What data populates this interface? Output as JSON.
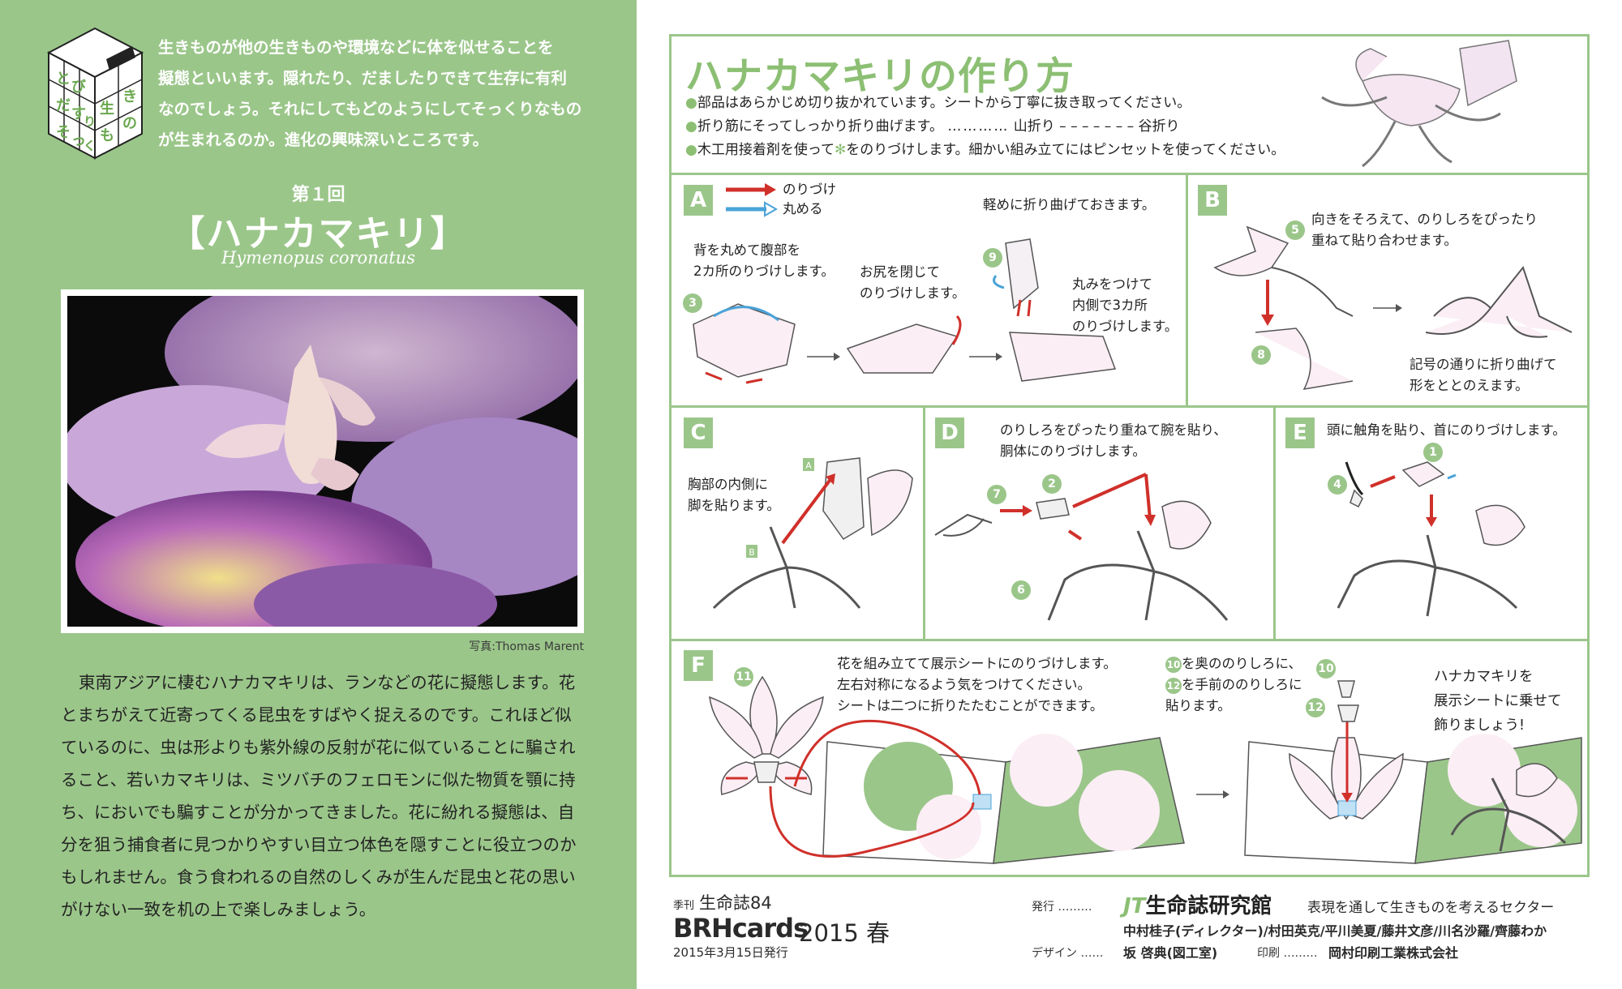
{
  "logo": {
    "chars": [
      "と",
      "び",
      "だ",
      "す",
      "そ",
      "っ",
      "く",
      "り",
      "生",
      "き",
      "も",
      "の"
    ]
  },
  "intro": [
    "生きものが他の生きものや環境などに体を似せることを",
    "擬態といいます。隠れたり、だましたりできて生存に有利",
    "なのでしょう。それにしてもどのようにしてそっくりなもの",
    "が生まれるのか。進化の興味深いところです。"
  ],
  "issue": "第１回",
  "title": "【ハナカマキリ】",
  "scientific_name": "Hymenopus coronatus",
  "photo_credit": "写真:Thomas Marent",
  "body_text": "東南アジアに棲むハナカマキリは、ランなどの花に擬態します。花とまちがえて近寄ってくる昆虫をすばやく捉えるのです。これほど似ているのに、虫は形よりも紫外線の反射が花に似ていることに騙されること、若いカマキリは、ミツバチのフェロモンに似た物質を顎に持ち、においでも騙すことが分かってきました。花に紛れる擬態は、自分を狙う捕食者に見つかりやすい目立つ体色を隠すことに役立つのかもしれません。食う食われるの自然のしくみが生んだ昆虫と花の思いがけない一致を机の上で楽しみましょう。",
  "howto": {
    "title": "ハナカマキリの作り方",
    "bullet1": "部品はあらかじめ切り抜かれています。シートから丁寧に抜き取ってください。",
    "bullet2a": "折り筋にそってしっかり折り曲げます。",
    "dots": "…………",
    "mountain": "山折り",
    "dashes": "– – – – – – –",
    "valley": "谷折り",
    "bullet3a": "木工用接着剤を使って",
    "bullet3b": "をのりづけします。細かい組み立てにはピンセットを使ってください。",
    "glue_mark": "✻"
  },
  "steps": {
    "A": {
      "label": "A",
      "legend_glue": "のりづけ",
      "legend_round": "丸める",
      "n1": "背を丸めて腹部を",
      "n2": "2カ所のりづけします。",
      "n3": "お尻を閉じて",
      "n4": "のりづけします。",
      "n5": "軽めに折り曲げておきます。",
      "n6": "丸みをつけて",
      "n7": "内側で3カ所",
      "n8": "のりづけします。",
      "num3": "3",
      "num9": "9"
    },
    "B": {
      "label": "B",
      "n1": "向きをそろえて、のりしろをぴったり",
      "n2": "重ねて貼り合わせます。",
      "n3": "記号の通りに折り曲げて",
      "n4": "形をととのえます。",
      "num5": "5",
      "num8": "8"
    },
    "C": {
      "label": "C",
      "n1": "胸部の内側に",
      "n2": "脚を貼ります。",
      "tagA": "A",
      "tagB": "B"
    },
    "D": {
      "label": "D",
      "n1": "のりしろをぴったり重ねて腕を貼り、",
      "n2": "胴体にのりづけします。",
      "num7": "7",
      "num2": "2",
      "num6": "6"
    },
    "E": {
      "label": "E",
      "n1": "頭に触角を貼り、首にのりづけします。",
      "num1": "1",
      "num4": "4"
    },
    "F": {
      "label": "F",
      "n1": "花を組み立てて展示シートにのりづけします。",
      "n2": "左右対称になるよう気をつけてください。",
      "n3": "シートは二つに折りたたむことができます。",
      "n4": "を奥ののりしろに、",
      "n5": "を手前ののりしろに",
      "n6": "貼ります。",
      "n7": "ハナカマキリを",
      "n8": "展示シートに乗せて",
      "n9": "飾りましょう!",
      "num10": "10",
      "num11": "11",
      "num12": "12"
    }
  },
  "footer": {
    "kikan": "季刊",
    "magazine": "生命誌84",
    "brand": "BRHcards",
    "year": "2015 春",
    "date": "2015年3月15日発行",
    "publish_label": "発行 ………",
    "jt": "JT",
    "org": "生命誌研究館",
    "tagline": "表現を通して生きものを考えるセクター",
    "staff": "中村桂子(ディレクター)/村田英克/平川美夏/藤井文彦/川名沙羅/齊藤わか",
    "design_label": "デザイン ……",
    "designer": "坂 啓典(図工室)",
    "print_label": "印刷 ………",
    "printer": "岡村印刷工業株式会社"
  },
  "colors": {
    "green": "#9bc68a",
    "accent_green": "#8cbf73",
    "red": "#d0302a",
    "blue": "#4aa3d8",
    "pink": "#ecc6dd"
  }
}
